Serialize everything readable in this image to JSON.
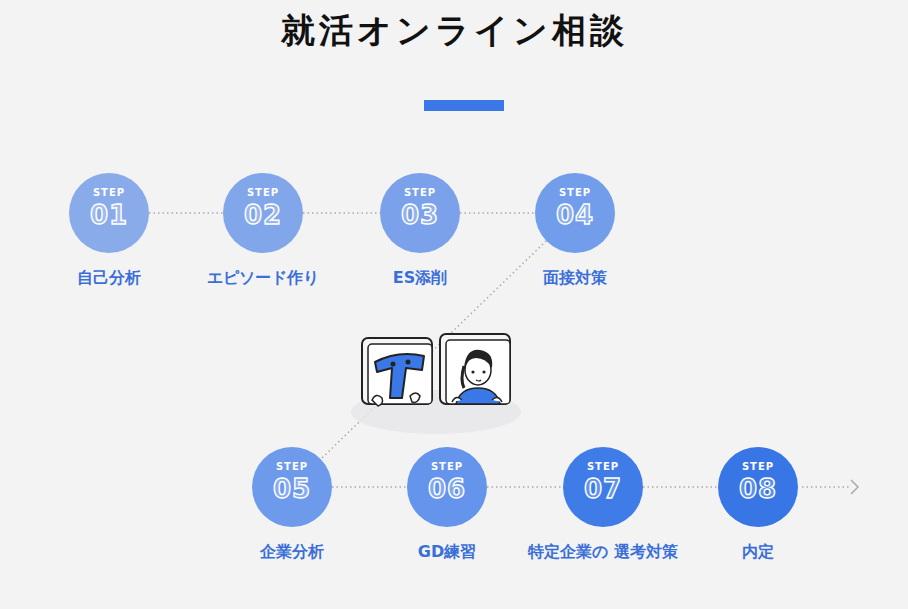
{
  "diagram": {
    "title": "就活オンライン相談",
    "nodes": [
      {
        "text": [
          "STEP",
          "01",
          "自己分析"
        ]
      },
      {
        "text": [
          "STEP",
          "02",
          "エピソード作り"
        ]
      },
      {
        "text": [
          "STEP",
          "03",
          "ES添削"
        ]
      },
      {
        "text": [
          "STEP",
          "04",
          "面接対策"
        ]
      },
      {
        "text": [
          "STEP",
          "05",
          "企業分析"
        ]
      },
      {
        "text": [
          "STEP",
          "06",
          "GD練習"
        ]
      },
      {
        "text": [
          "STEP",
          "07",
          "特定企業の 選考対策"
        ]
      },
      {
        "text": [
          "STEP",
          "08",
          "内定"
        ]
      }
    ],
    "edges": [
      {
        "from": 0,
        "to": 1,
        "arrow": "none"
      },
      {
        "from": 1,
        "to": 2,
        "arrow": "none"
      },
      {
        "from": 2,
        "to": 3,
        "arrow": "none"
      },
      {
        "from": 3,
        "to": 4,
        "arrow": "none"
      },
      {
        "from": 4,
        "to": 5,
        "arrow": "none"
      },
      {
        "from": 5,
        "to": 6,
        "arrow": "none"
      },
      {
        "from": 6,
        "to": 7,
        "arrow": "none"
      }
    ]
  }
}
